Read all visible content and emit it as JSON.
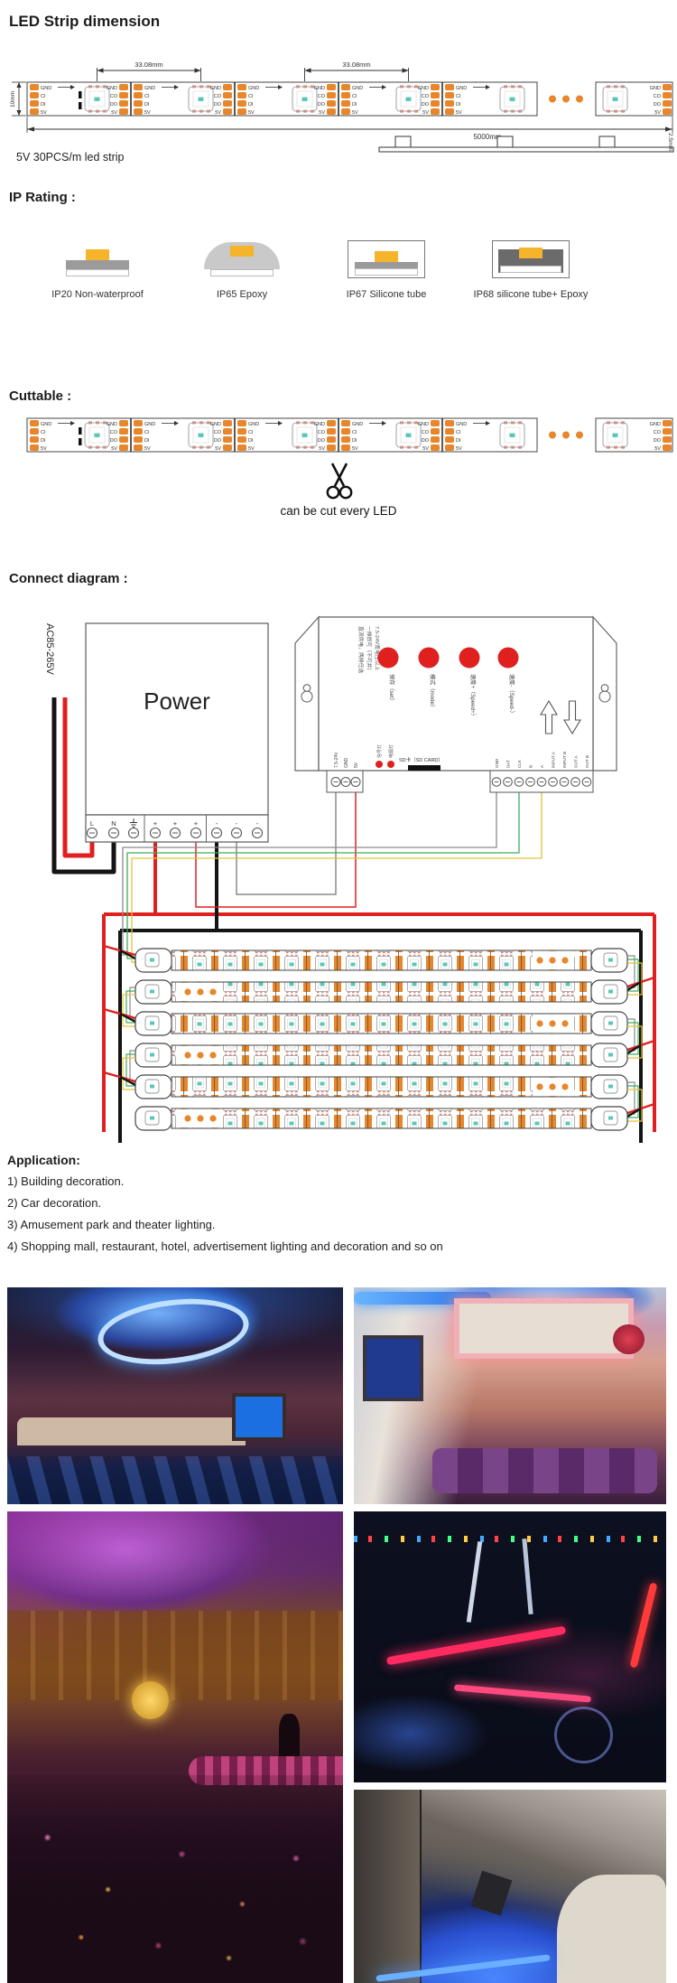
{
  "sections": {
    "dimension": {
      "title": "LED Strip dimension",
      "caption": "5V 30PCS/m led strip",
      "dims": {
        "pitch": "33.08mm",
        "width": "10mm",
        "length": "5000mm",
        "thickness": "2.5mm"
      },
      "pads_left": [
        "GND",
        "CI",
        "DI",
        "5V"
      ],
      "pads_right": [
        "GND",
        "CO",
        "DO",
        "5V"
      ]
    },
    "ip_rating": {
      "title": "IP  Rating :",
      "items": [
        {
          "label": "IP20 Non-waterproof",
          "type": "bare"
        },
        {
          "label": "IP65 Epoxy",
          "type": "dome"
        },
        {
          "label": "IP67 Silicone tube",
          "type": "tube"
        },
        {
          "label": "IP68 silicone tube+ Epoxy",
          "type": "tube-epoxy"
        }
      ]
    },
    "cuttable": {
      "title": "Cuttable :",
      "note": "can be cut every LED",
      "icon": "scissors-icon"
    },
    "connect": {
      "title": "Connect diagram :",
      "power": {
        "label": "Power",
        "ac_label": "AC85-265V",
        "terminals": [
          "L",
          "N",
          "⏚",
          "+",
          "+",
          "+",
          "-",
          "-",
          "-"
        ]
      },
      "controller": {
        "buttons": [
          "保存（set）",
          "模式（mode）",
          "速度+（Speed+）",
          "速度-（Speed-）"
        ],
        "note_lines": [
          "直流供电，两排任选",
          "一排即可（不可并）",
          "7.5-24V宽电压以上"
        ],
        "left_terminals": [
          "7.5-24V",
          "GND",
          "5V"
        ],
        "right_terminals": [
          "GND",
          "DAT",
          "CLK",
          "B",
          "A",
          "INPUT A",
          "INPUT B",
          "OUT A",
          "OUT B"
        ],
        "indicator_labels": [
          "信号灯",
          "电源灯"
        ],
        "sd_label": "SD卡（SD CARD）"
      }
    },
    "application": {
      "title": "Application:",
      "items": [
        "1) Building decoration.",
        "2) Car decoration.",
        "3) Amusement park and theater lighting.",
        "4) Shopping mall, restaurant, hotel, advertisement lighting and decoration and so on"
      ]
    },
    "photos": {
      "left": [
        {
          "id": "ktv-room-blue-ceiling"
        },
        {
          "id": "nightclub-hall-crowd"
        }
      ],
      "right": [
        {
          "id": "ktv-lounge-pink-ceiling"
        },
        {
          "id": "night-bikes-neon"
        },
        {
          "id": "car-footwell-blue-led"
        }
      ]
    }
  },
  "colors": {
    "pad_orange": "#E8862B",
    "chip_yellow": "#F6B42A",
    "button_red": "#E01F1F",
    "wire_red": "#E02020",
    "wire_black": "#141414",
    "wire_green": "#3FAE5A",
    "wire_yellow": "#E3C437",
    "wire_gray": "#8A8A8A",
    "led_center": "#5BC8B4",
    "pin": "#C9938A"
  }
}
